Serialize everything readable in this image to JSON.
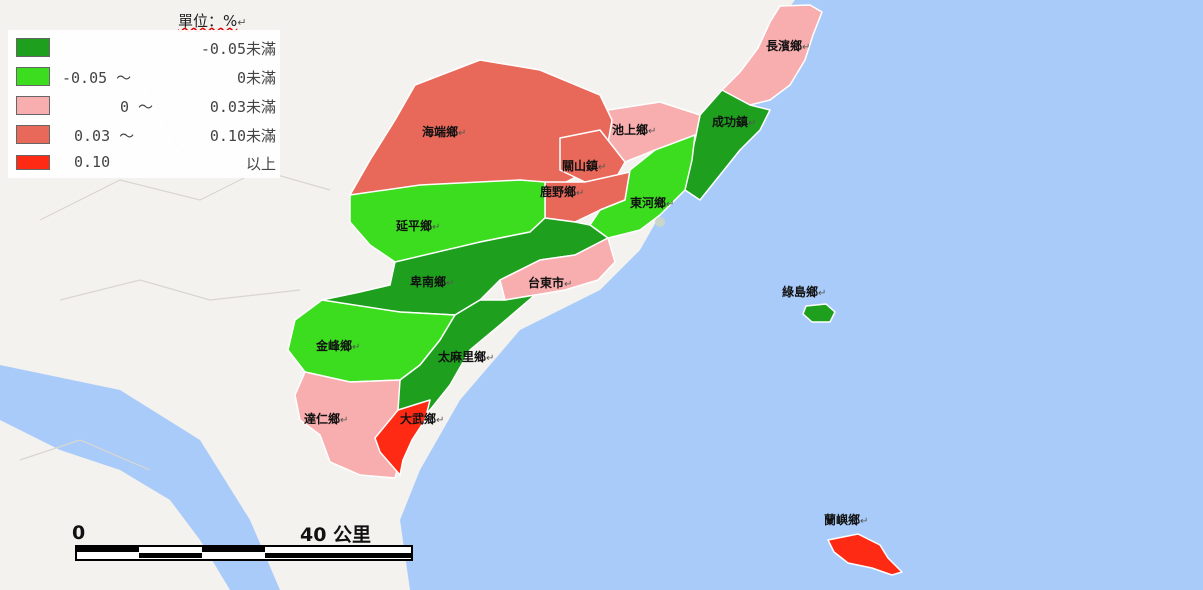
{
  "unit_label": "單位：%",
  "legend": [
    {
      "from": "",
      "to": "-0.05未滿",
      "color": "#1ea01e"
    },
    {
      "from": "-0.05 ～",
      "to": "0未滿",
      "color": "#3cdc1e"
    },
    {
      "from": "0 ～",
      "to": "0.03未滿",
      "color": "#f8aeae"
    },
    {
      "from": "0.03 ～",
      "to": "0.10未滿",
      "color": "#e8685a"
    },
    {
      "from": "0.10",
      "to": "以上",
      "color": "#ff2a14"
    }
  ],
  "townships": [
    {
      "name": "長濱鄉",
      "color": "#f8aeae"
    },
    {
      "name": "池上鄉",
      "color": "#f8aeae"
    },
    {
      "name": "成功鎮",
      "color": "#1ea01e"
    },
    {
      "name": "海端鄉",
      "color": "#e8685a"
    },
    {
      "name": "關山鎮",
      "color": "#e8685a"
    },
    {
      "name": "鹿野鄉",
      "color": "#e8685a"
    },
    {
      "name": "東河鄉",
      "color": "#3cdc1e"
    },
    {
      "name": "延平鄉",
      "color": "#3cdc1e"
    },
    {
      "name": "卑南鄉",
      "color": "#1ea01e"
    },
    {
      "name": "台東市",
      "color": "#f8aeae"
    },
    {
      "name": "綠島鄉",
      "color": "#1ea01e"
    },
    {
      "name": "金峰鄉",
      "color": "#3cdc1e"
    },
    {
      "name": "太麻里鄉",
      "color": "#1ea01e"
    },
    {
      "name": "達仁鄉",
      "color": "#f8aeae"
    },
    {
      "name": "大武鄉",
      "color": "#ff2a14"
    },
    {
      "name": "蘭嶼鄉",
      "color": "#ff2a14"
    }
  ],
  "scale": {
    "start": "0",
    "end": "40 公里"
  },
  "colors": {
    "sea": "#a9cbfa",
    "land": "#f4f2ee",
    "border": "#ffffff"
  }
}
